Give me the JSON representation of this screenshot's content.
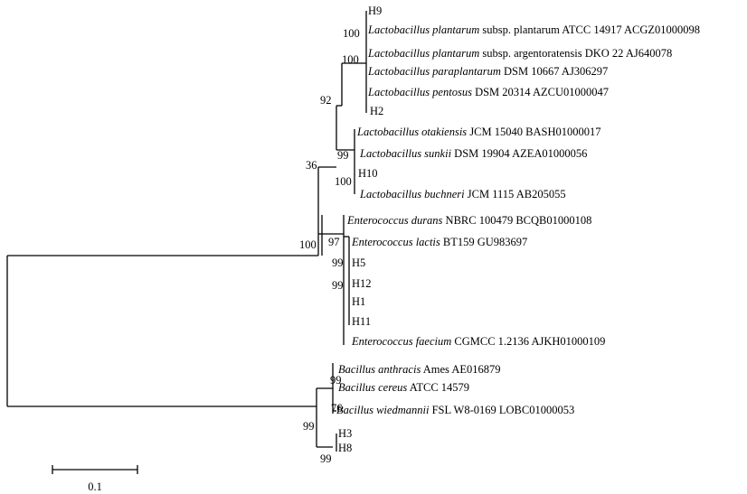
{
  "leaves": [
    {
      "id": "H9",
      "parts": [
        {
          "t": "H9",
          "i": false
        }
      ]
    },
    {
      "id": "plantarum",
      "parts": [
        {
          "t": "Lactobacillus plantarum",
          "i": true
        },
        {
          "t": " subsp. plantarum ATCC 14917 ACGZ01000098",
          "i": false
        }
      ]
    },
    {
      "id": "argentoratensis",
      "parts": [
        {
          "t": "Lactobacillus plantarum",
          "i": true
        },
        {
          "t": " subsp. argentoratensis DKO 22 AJ640078",
          "i": false
        }
      ]
    },
    {
      "id": "paraplantarum",
      "parts": [
        {
          "t": "Lactobacillus paraplantarum",
          "i": true
        },
        {
          "t": " DSM 10667 AJ306297",
          "i": false
        }
      ]
    },
    {
      "id": "pentosus",
      "parts": [
        {
          "t": "Lactobacillus pentosus",
          "i": true
        },
        {
          "t": " DSM 20314 AZCU01000047",
          "i": false
        }
      ]
    },
    {
      "id": "H2",
      "parts": [
        {
          "t": "H2",
          "i": false
        }
      ]
    },
    {
      "id": "otakiensis",
      "parts": [
        {
          "t": "Lactobacillus otakiensis",
          "i": true
        },
        {
          "t": " JCM 15040 BASH01000017",
          "i": false
        }
      ]
    },
    {
      "id": "sunkii",
      "parts": [
        {
          "t": "Lactobacillus sunkii",
          "i": true
        },
        {
          "t": " DSM 19904 AZEA01000056",
          "i": false
        }
      ]
    },
    {
      "id": "H10",
      "parts": [
        {
          "t": "H10",
          "i": false
        }
      ]
    },
    {
      "id": "buchneri",
      "parts": [
        {
          "t": "Lactobacillus buchneri",
          "i": true
        },
        {
          "t": " JCM 1115 AB205055",
          "i": false
        }
      ]
    },
    {
      "id": "durans",
      "parts": [
        {
          "t": "Enterococcus durans",
          "i": true
        },
        {
          "t": " NBRC 100479 BCQB01000108",
          "i": false
        }
      ]
    },
    {
      "id": "lactis",
      "parts": [
        {
          "t": "Enterococcus lactis",
          "i": true
        },
        {
          "t": " BT159 GU983697",
          "i": false
        }
      ]
    },
    {
      "id": "H5",
      "parts": [
        {
          "t": "H5",
          "i": false
        }
      ]
    },
    {
      "id": "H12",
      "parts": [
        {
          "t": "H12",
          "i": false
        }
      ]
    },
    {
      "id": "H1",
      "parts": [
        {
          "t": "H1",
          "i": false
        }
      ]
    },
    {
      "id": "H11",
      "parts": [
        {
          "t": "H11",
          "i": false
        }
      ]
    },
    {
      "id": "faecium",
      "parts": [
        {
          "t": "Enterococcus faecium",
          "i": true
        },
        {
          "t": " CGMCC 1.2136 AJKH01000109",
          "i": false
        }
      ]
    },
    {
      "id": "anthracis",
      "parts": [
        {
          "t": "Bacillus anthracis",
          "i": true
        },
        {
          "t": " Ames AE016879",
          "i": false
        }
      ]
    },
    {
      "id": "cereus",
      "parts": [
        {
          "t": "Bacillus cereus",
          "i": true
        },
        {
          "t": " ATCC 14579",
          "i": false
        }
      ]
    },
    {
      "id": "wiedmannii",
      "parts": [
        {
          "t": "Bacillus wiedmannii",
          "i": true
        },
        {
          "t": " FSL W8-0169 LOBC01000053",
          "i": false
        }
      ]
    },
    {
      "id": "H3",
      "parts": [
        {
          "t": "H3",
          "i": false
        }
      ]
    },
    {
      "id": "H8",
      "parts": [
        {
          "t": "H8",
          "i": false
        }
      ]
    }
  ],
  "bootstrap": [
    {
      "id": "plantarum-group",
      "value": "100"
    },
    {
      "id": "plantarum-clade",
      "value": "100"
    },
    {
      "id": "lactobacillus-clade",
      "value": "92"
    },
    {
      "id": "buchneri-clade",
      "value": "99"
    },
    {
      "id": "buchneri-pair",
      "value": "100"
    },
    {
      "id": "lactobacillales",
      "value": "36"
    },
    {
      "id": "enterococcus-clade",
      "value": "100"
    },
    {
      "id": "enterococcus-sub",
      "value": "97"
    },
    {
      "id": "enterococcus-h5",
      "value": "99"
    },
    {
      "id": "enterococcus-faecium",
      "value": "99"
    },
    {
      "id": "bacillus-clade",
      "value": "99"
    },
    {
      "id": "cereus-group",
      "value": "99"
    },
    {
      "id": "cereus-pair",
      "value": "76"
    },
    {
      "id": "h3-h8",
      "value": "99"
    }
  ],
  "scale_bar": {
    "label": "0.1"
  }
}
